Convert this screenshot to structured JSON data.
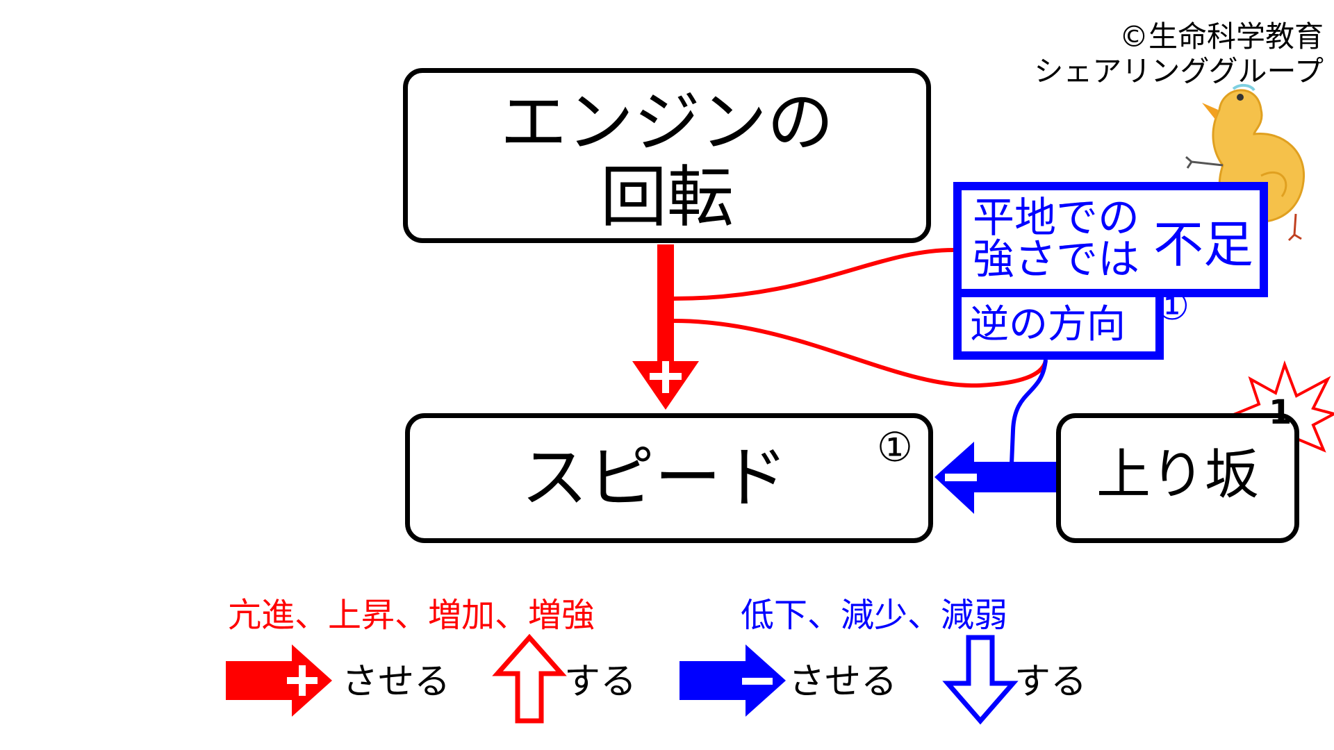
{
  "copyright": {
    "line1": "©生命科学教育",
    "line2": "シェアリンググループ"
  },
  "nodes": {
    "engine": {
      "line1": "エンジンの",
      "line2": "回転"
    },
    "speed": {
      "label": "スピード",
      "marker": "①"
    },
    "slope": {
      "label": "上り坂",
      "burst_number": "1"
    }
  },
  "annotation": {
    "line1": "平地での",
    "line2": "強さでは",
    "line2b": "不足",
    "line3": "逆の方向",
    "marker": "①"
  },
  "legend": {
    "red_heading": "亢進、上昇、増加、増強",
    "blue_heading": "低下、減少、減弱",
    "red_cause": "させる",
    "red_state": "する",
    "blue_cause": "させる",
    "blue_state": "する"
  },
  "colors": {
    "red": "#ff0000",
    "blue": "#0000ff",
    "black": "#000000"
  }
}
